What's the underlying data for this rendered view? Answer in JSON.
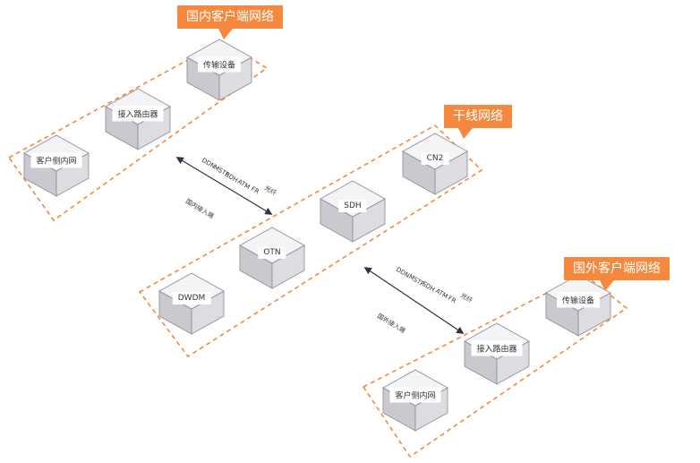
{
  "colors": {
    "accent": "#f5883c",
    "box_top": "#f4f4f6",
    "box_left": "#c9c9cf",
    "box_right": "#dcdce1",
    "box_edge": "#8a8a92",
    "arrow": "#2e3542"
  },
  "domestic_group": {
    "title": "国内客户端网络",
    "nodes": {
      "transport": "传输设备",
      "router": "接入路由器",
      "lan": "客户侧内网"
    }
  },
  "backbone_group": {
    "title": "干线网络",
    "nodes": {
      "cn2": "CN2",
      "sdh": "SDH",
      "otn": "OTN",
      "dwdm": "DWDM"
    }
  },
  "overseas_group": {
    "title": "国外客户端网络",
    "nodes": {
      "transport": "传输设备",
      "router": "接入路由器",
      "lan": "客户侧内网"
    }
  },
  "links": {
    "domestic": {
      "access_label": "国内接入端",
      "methods": [
        "DDN",
        "MSTP",
        "SDH",
        "ATM",
        "FR",
        "光纤"
      ]
    },
    "overseas": {
      "access_label": "国外接入端",
      "methods": [
        "DDN",
        "MSTP",
        "SDH",
        "ATM",
        "FR",
        "光纤"
      ]
    }
  }
}
